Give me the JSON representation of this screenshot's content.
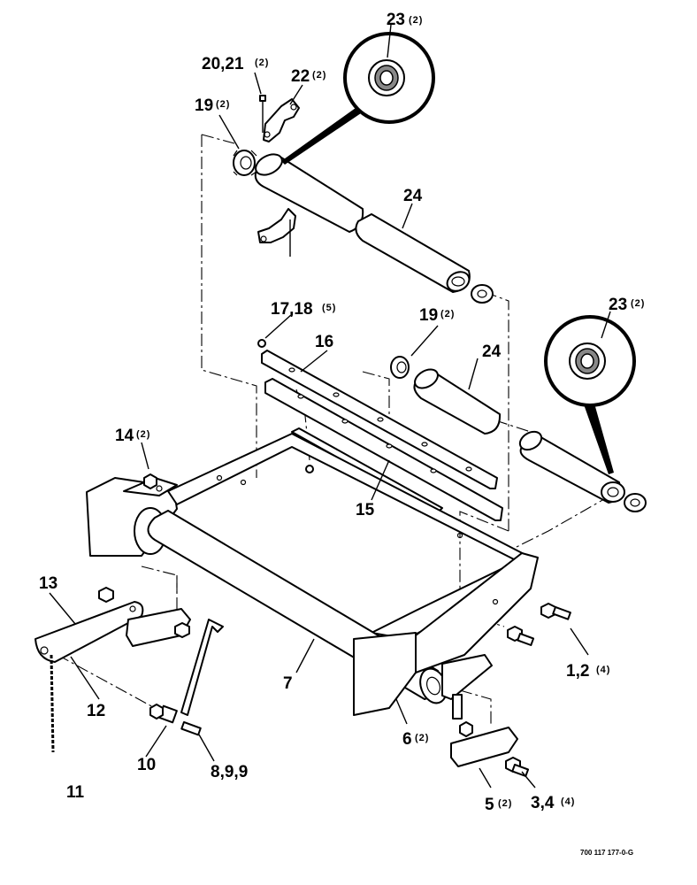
{
  "figure_code": "700 117 177-0-G",
  "callouts": [
    {
      "id": "c23a",
      "label": "23",
      "qty": "(2)"
    },
    {
      "id": "c2021",
      "label": "20,21",
      "qty": "(2)"
    },
    {
      "id": "c22",
      "label": "22",
      "qty": "(2)"
    },
    {
      "id": "c19a",
      "label": "19",
      "qty": "(2)"
    },
    {
      "id": "c24a",
      "label": "24",
      "qty": ""
    },
    {
      "id": "c1718",
      "label": "17,18",
      "qty": "(5)"
    },
    {
      "id": "c16",
      "label": "16",
      "qty": ""
    },
    {
      "id": "c19b",
      "label": "19",
      "qty": "(2)"
    },
    {
      "id": "c24b",
      "label": "24",
      "qty": ""
    },
    {
      "id": "c23b",
      "label": "23",
      "qty": "(2)"
    },
    {
      "id": "c14",
      "label": "14",
      "qty": "(2)"
    },
    {
      "id": "c15",
      "label": "15",
      "qty": ""
    },
    {
      "id": "c13",
      "label": "13",
      "qty": ""
    },
    {
      "id": "c7",
      "label": "7",
      "qty": ""
    },
    {
      "id": "c12",
      "label": "12",
      "qty": ""
    },
    {
      "id": "c12b",
      "label": "1,2",
      "qty": "(4)"
    },
    {
      "id": "c6",
      "label": "6",
      "qty": "(2)"
    },
    {
      "id": "c10",
      "label": "10",
      "qty": ""
    },
    {
      "id": "c899",
      "label": "8,9,9",
      "qty": ""
    },
    {
      "id": "c11",
      "label": "11",
      "qty": ""
    },
    {
      "id": "c5",
      "label": "5",
      "qty": "(2)"
    },
    {
      "id": "c34",
      "label": "3,4",
      "qty": "(4)"
    }
  ]
}
